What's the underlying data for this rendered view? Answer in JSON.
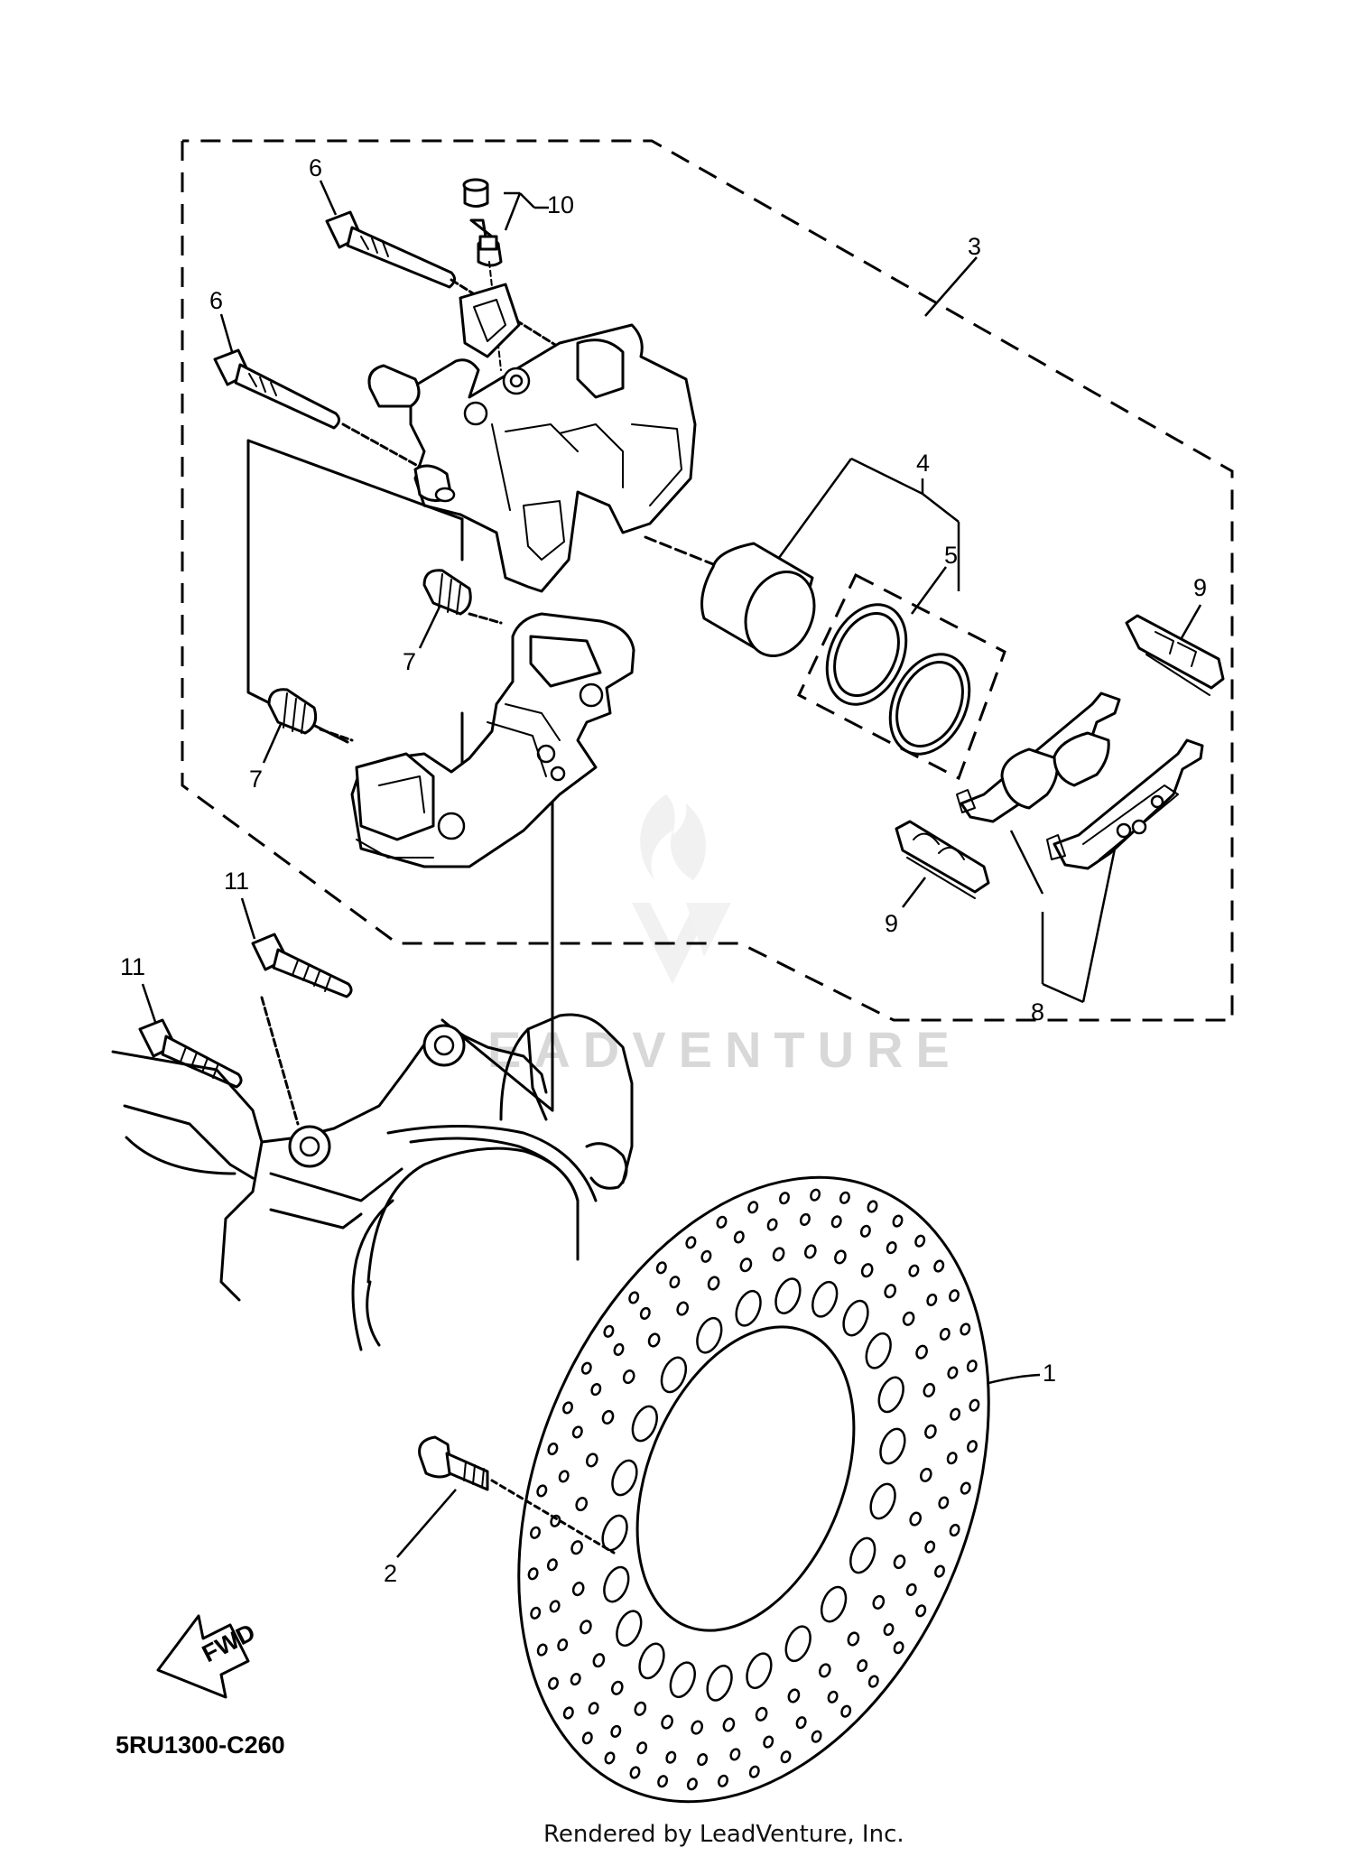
{
  "diagram": {
    "callouts": {
      "c1": "1",
      "c2": "2",
      "c3": "3",
      "c4": "4",
      "c5": "5",
      "c6a": "6",
      "c6b": "6",
      "c7a": "7",
      "c7b": "7",
      "c8": "8",
      "c9a": "9",
      "c9b": "9",
      "c10": "10",
      "c11a": "11",
      "c11b": "11"
    },
    "fwd_label": "FWD",
    "diagram_code": "5RU1300-C260",
    "watermark": "EADVENTURE",
    "footer": "Rendered by LeadVenture, Inc."
  }
}
